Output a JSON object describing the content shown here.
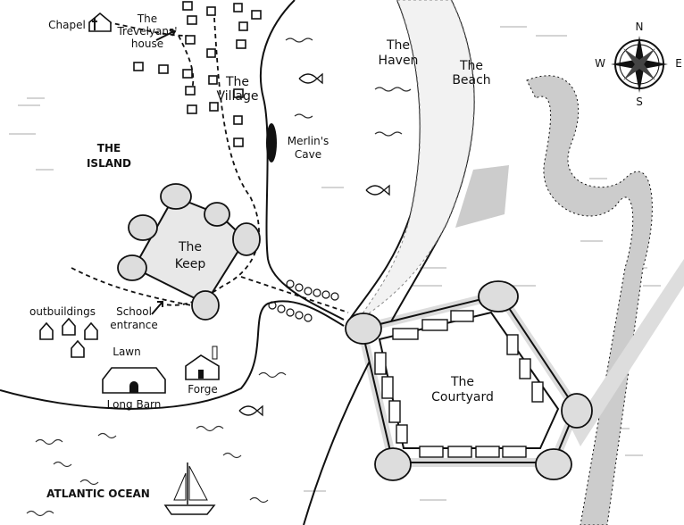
{
  "labels": {
    "chapel": "Chapel",
    "trevelyans_1": "The",
    "trevelyans_2": "Trevelyans'",
    "trevelyans_3": "house",
    "village_1": "The",
    "village_2": "Village",
    "island_1": "THE",
    "island_2": "ISLAND",
    "keep_1": "The",
    "keep_2": "Keep",
    "cave_1": "Merlin's",
    "cave_2": "Cave",
    "haven_1": "The",
    "haven_2": "Haven",
    "beach_1": "The",
    "beach_2": "Beach",
    "outbuildings": "outbuildings",
    "school_1": "School",
    "school_2": "entrance",
    "lawn": "Lawn",
    "long_barn": "Long Barn",
    "forge": "Forge",
    "courtyard_1": "The",
    "courtyard_2": "Courtyard",
    "ocean": "ATLANTIC OCEAN"
  },
  "compass": {
    "n": "N",
    "e": "E",
    "s": "S",
    "w": "W"
  },
  "colors": {
    "ink": "#111111",
    "rock": "#dddddd",
    "cave": "#111111",
    "road": "#cccccc"
  }
}
